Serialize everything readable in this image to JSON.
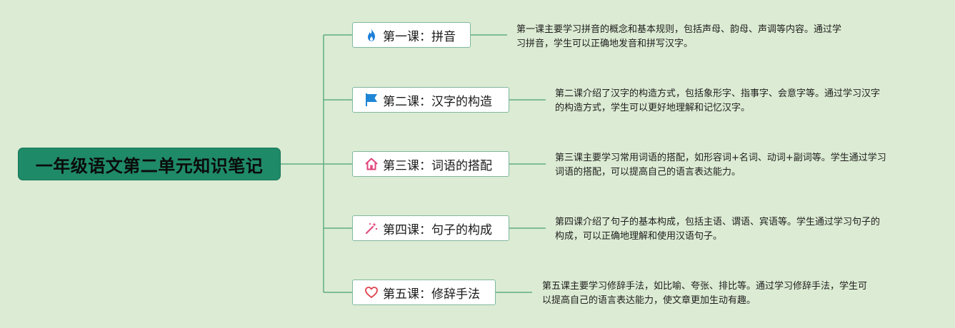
{
  "root": {
    "title": "一年级语文第二单元知识笔记"
  },
  "lessons": [
    {
      "icon": "fire-icon",
      "title": "第一课：拼音",
      "note_lines": [
        "第一课主要学习拼音的概念和基本规则，包括声母、韵母、声调等内容。通过学",
        "习拼音，学生可以正确地发音和拼写汉字。"
      ]
    },
    {
      "icon": "flag-icon",
      "title": "第二课：汉字的构造",
      "note_lines": [
        "第二课介绍了汉字的构造方式，包括象形字、指事字、会意字等。通过学习汉字",
        "的构造方式，学生可以更好地理解和记忆汉字。"
      ]
    },
    {
      "icon": "home-icon",
      "title": "第三课：词语的搭配",
      "note_lines": [
        "第三课主要学习常用词语的搭配，如形容词+名词、动词+副词等。学生通过学习",
        "词语的搭配，可以提高自己的语言表达能力。"
      ]
    },
    {
      "icon": "magic-wand-icon",
      "title": "第四课：句子的构成",
      "note_lines": [
        "第四课介绍了句子的基本构成，包括主语、谓语、宾语等。学生通过学习句子的",
        "构成，可以正确地理解和使用汉语句子。"
      ]
    },
    {
      "icon": "heart-icon",
      "title": "第五课：修辞手法",
      "note_lines": [
        "第五课主要学习修辞手法，如比喻、夸张、排比等。通过学习修辞手法，学生可",
        "以提高自己的语言表达能力，使文章更加生动有趣。"
      ]
    }
  ],
  "colors": {
    "background": "#dcebd3",
    "root_fill": "#1f8a67",
    "connector": "#5fae85",
    "topic_border": "#7fb89e",
    "fire": "#1e7fd8",
    "flag": "#1f86d6",
    "home": "#e0457b",
    "wand": "#e24a7c",
    "heart": "#e0414a"
  }
}
